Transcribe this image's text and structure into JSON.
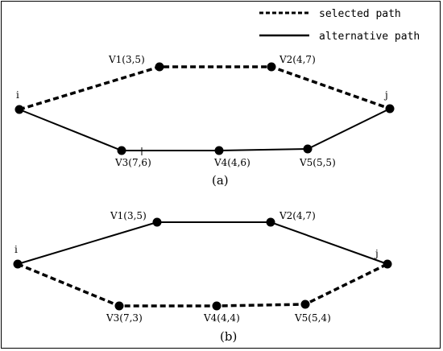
{
  "legend": {
    "selected": "selected path",
    "alternative": "alternative path"
  },
  "diagrams": [
    {
      "caption": "(a)",
      "nodes": {
        "i": "i",
        "v1": "V1(3,5)",
        "v2": "V2(4,7)",
        "j": "j",
        "v3": "V3(7,6)",
        "v4": "V4(4,6)",
        "v5": "V5(5,5)"
      },
      "selected_path": [
        "i",
        "V1",
        "V2",
        "j"
      ],
      "alternative_path": [
        "i",
        "V3",
        "V4",
        "V5",
        "j"
      ]
    },
    {
      "caption": "(b)",
      "nodes": {
        "i": "i",
        "v1": "V1(3,5)",
        "v2": "V2(4,7)",
        "j": "j",
        "v3": "V3(7,3)",
        "v4": "V4(4,4)",
        "v5": "V5(5,4)"
      },
      "selected_path": [
        "i",
        "V3",
        "V4",
        "V5",
        "j"
      ],
      "alternative_path": [
        "i",
        "V1",
        "V2",
        "j"
      ]
    }
  ]
}
